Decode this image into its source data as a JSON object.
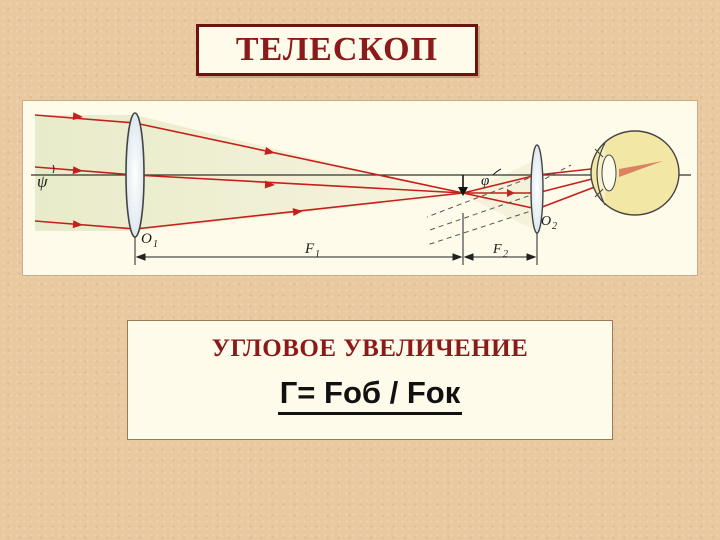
{
  "title": "ТЕЛЕСКОП",
  "diagram": {
    "labels": {
      "angle_in": "ψ",
      "angle_out": "φ",
      "objective": "O",
      "objective_sub": "1",
      "eyepiece": "O",
      "eyepiece_sub": "2",
      "focal_objective": "F",
      "focal_objective_sub": "1",
      "focal_eyepiece": "F",
      "focal_eyepiece_sub": "2"
    },
    "colors": {
      "ray": "#c4201c",
      "lens_fill": "#eef3f7",
      "beam_shade": "#e9ecc8",
      "eye": "#f3e7a6"
    }
  },
  "formula": {
    "heading": "УГЛОВОЕ УВЕЛИЧЕНИЕ",
    "expression": "Г= Fоб / Fок"
  }
}
